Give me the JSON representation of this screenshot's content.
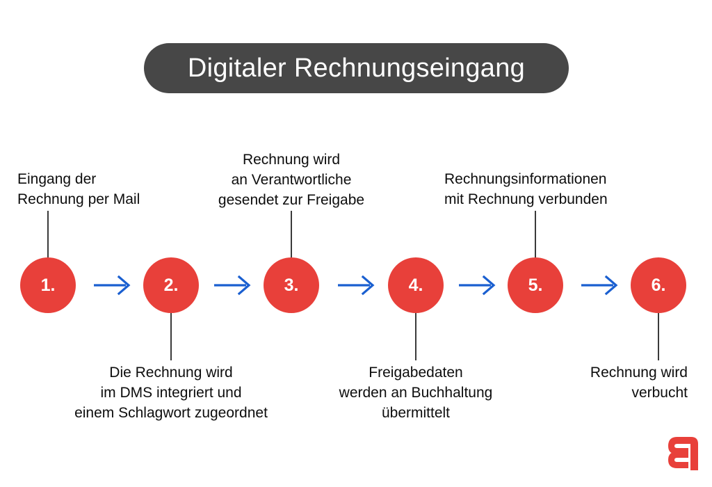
{
  "title": {
    "text": "Digitaler Rechnungseingang",
    "background_color": "#474747",
    "text_color": "#ffffff"
  },
  "colors": {
    "circle_red": "#e8403a",
    "arrow_blue": "#1a5fd0",
    "connector": "#3a3a3a",
    "label_text": "#0d0d0d",
    "logo_red": "#e8403a",
    "page_background": "#ffffff"
  },
  "process": {
    "steps": [
      {
        "number": "1.",
        "label": "Eingang der\nRechnung per Mail",
        "label_position": "top",
        "label_align": "left"
      },
      {
        "number": "2.",
        "label": "Die Rechnung wird\nim DMS integriert und\neinem Schlagwort zugeordnet",
        "label_position": "bottom",
        "label_align": "center"
      },
      {
        "number": "3.",
        "label": "Rechnung wird\nan Verantwortliche\ngesendet zur Freigabe",
        "label_position": "top",
        "label_align": "center"
      },
      {
        "number": "4.",
        "label": "Freigabedaten\nwerden an Buchhaltung\nübermittelt",
        "label_position": "bottom",
        "label_align": "center"
      },
      {
        "number": "5.",
        "label": "Rechnungsinformationen\nmit Rechnung verbunden",
        "label_position": "top",
        "label_align": "left"
      },
      {
        "number": "6.",
        "label": "Rechnung wird\nverbucht",
        "label_position": "bottom",
        "label_align": "right"
      }
    ],
    "arrow_count": 5,
    "arrow_icon": "arrow-right-icon"
  },
  "logo": {
    "icon": "brand-a-logo",
    "color": "#e8403a"
  }
}
